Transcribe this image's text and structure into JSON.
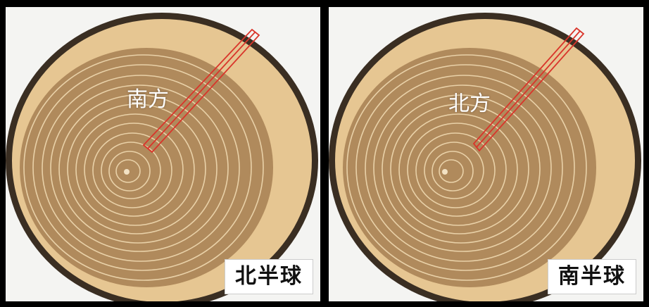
{
  "panels": [
    {
      "hemisphere": "北半球",
      "direction_label": "南方"
    },
    {
      "hemisphere": "南半球",
      "direction_label": "北方"
    }
  ],
  "colors": {
    "bark": "#3a2e22",
    "sapwood": "#e6c692",
    "heartwood": "#b08a5c",
    "ring_line": "#e9d1a8",
    "marker": "#d9352b"
  }
}
